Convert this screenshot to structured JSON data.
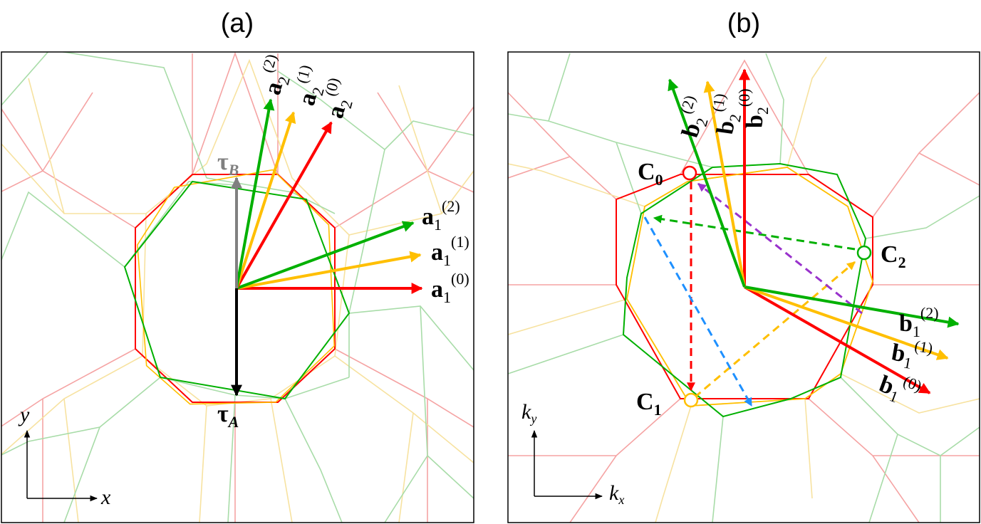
{
  "panels": [
    {
      "title": "(a)",
      "vectors": [
        {
          "name": "a",
          "sub": "1",
          "sup": "(0)",
          "color": "#ff0000"
        },
        {
          "name": "a",
          "sub": "1",
          "sup": "(1)",
          "color": "#ffbf00"
        },
        {
          "name": "a",
          "sub": "1",
          "sup": "(2)",
          "color": "#00b000"
        },
        {
          "name": "a",
          "sub": "2",
          "sup": "(0)",
          "color": "#ff0000"
        },
        {
          "name": "a",
          "sub": "2",
          "sup": "(1)",
          "color": "#ffbf00"
        },
        {
          "name": "a",
          "sub": "2",
          "sup": "(2)",
          "color": "#00b000"
        }
      ],
      "tau_a": {
        "name": "τ",
        "sub": "A",
        "color": "#000000"
      },
      "tau_b": {
        "name": "τ",
        "sub": "B",
        "color": "#808080"
      },
      "axes": {
        "x": "x",
        "y": "y"
      }
    },
    {
      "title": "(b)",
      "vectors": [
        {
          "name": "b",
          "sub": "1",
          "sup": "(0)",
          "color": "#ff0000"
        },
        {
          "name": "b",
          "sub": "1",
          "sup": "(1)",
          "color": "#ffbf00"
        },
        {
          "name": "b",
          "sub": "1",
          "sup": "(2)",
          "color": "#00b000"
        },
        {
          "name": "b",
          "sub": "2",
          "sup": "(0)",
          "color": "#ff0000"
        },
        {
          "name": "b",
          "sub": "2",
          "sup": "(1)",
          "color": "#ffbf00"
        },
        {
          "name": "b",
          "sub": "2",
          "sup": "(2)",
          "color": "#00b000"
        }
      ],
      "points": [
        {
          "name": "C",
          "sub": "0",
          "color": "#ff0000"
        },
        {
          "name": "C",
          "sub": "1",
          "color": "#ffbf00"
        },
        {
          "name": "C",
          "sub": "2",
          "color": "#00b000"
        }
      ],
      "axes": {
        "x": "k",
        "x_sub": "x",
        "y": "k",
        "y_sub": "y"
      }
    }
  ],
  "colors": {
    "red": "#ff0000",
    "yellow": "#ffbf00",
    "green": "#00b000",
    "blue": "#1e90ff",
    "purple": "#9932cc",
    "gray": "#808080",
    "black": "#000000"
  }
}
